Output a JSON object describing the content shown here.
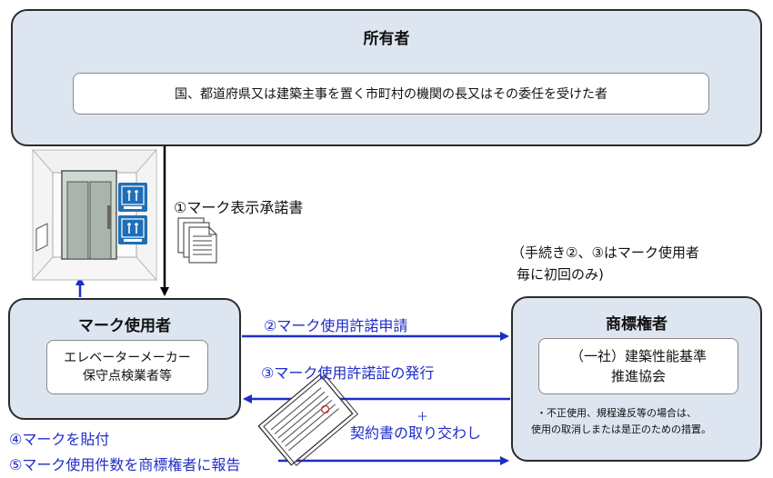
{
  "owner": {
    "title": "所有者",
    "description": "国、都道府県又は建築主事を置く市町村の機関の長又はその委任を受けた者"
  },
  "mark_user": {
    "title": "マーク使用者",
    "description_lines": [
      "エレベーターメーカー",
      "保守点検業者等"
    ]
  },
  "trademark_holder": {
    "title": "商標権者",
    "description_lines": [
      "（一社）建築性能基準",
      "推進協会"
    ],
    "note_lines": [
      "・不正使用、規程違反等の場合は、",
      "使用の取消しまたは是正のための措置。"
    ]
  },
  "steps": {
    "step1": "①マーク表示承諾書",
    "step2": "②マーク使用許諾申請",
    "step3": "③マーク使用許諾証の発行",
    "plus": "＋",
    "contract": "契約書の取り交わし",
    "step4": "④マークを貼付",
    "step5": "⑤マーク使用件数を商標権者に報告"
  },
  "procedure_note_lines": [
    "（手続き②、③はマーク使用者",
    "毎に初回のみ)"
  ],
  "colors": {
    "box_fill": "#dde5f1",
    "arrow_blue": "#1f2dc8",
    "mark_blue": "#1e6fb8",
    "text_blue": "#1f2dc8"
  },
  "icons": [
    "elevator-icon",
    "document-stack-icon",
    "certificate-document-icon",
    "elevator-mark-sticker-icon"
  ]
}
